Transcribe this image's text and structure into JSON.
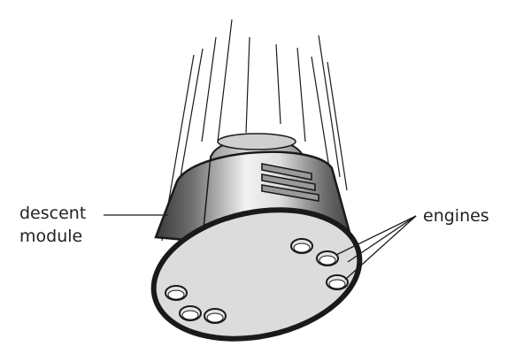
{
  "labels": {
    "descent_line1": "descent",
    "descent_line2": "module",
    "engines": "engines"
  },
  "colors": {
    "outline": "#1a1a1a",
    "base_fill": "#dcdcdc",
    "label_text": "#222222"
  }
}
